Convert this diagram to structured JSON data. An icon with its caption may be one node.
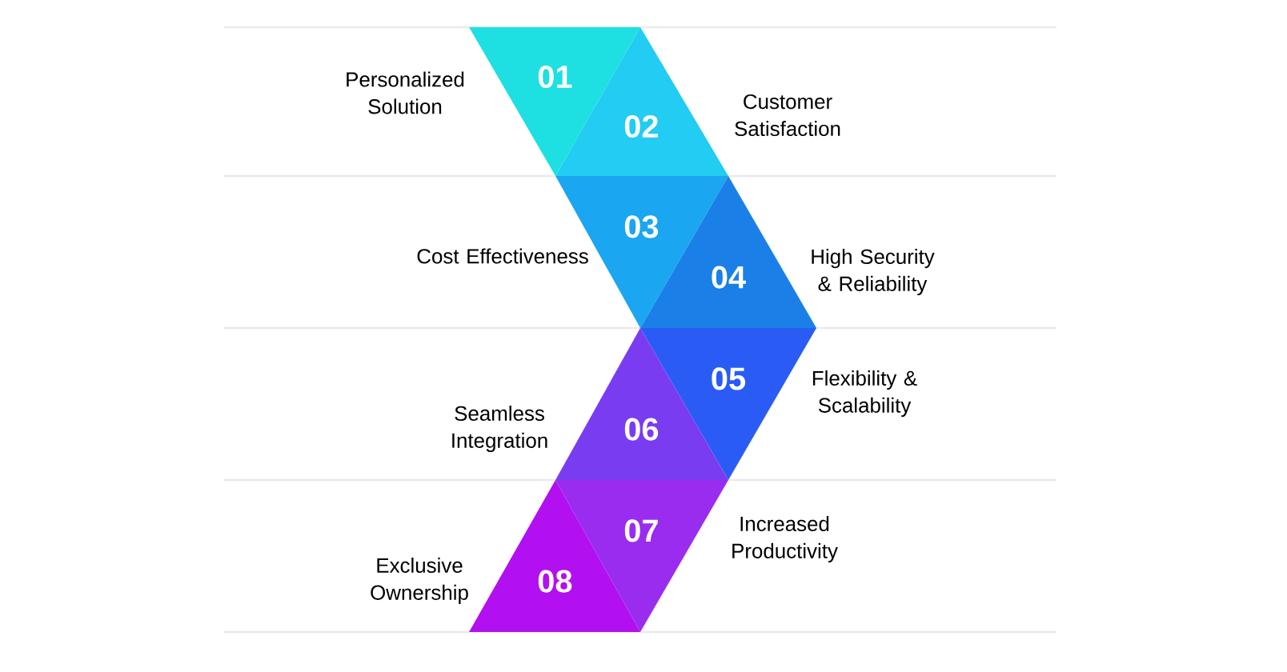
{
  "diagram": {
    "nodes": [
      {
        "text": [
          "01"
        ],
        "beside": [
          "Personalized Solution"
        ]
      },
      {
        "text": [
          "02"
        ],
        "beside": [
          "Customer Satisfaction"
        ]
      },
      {
        "text": [
          "03"
        ],
        "beside": [
          "Cost Effectiveness"
        ]
      },
      {
        "text": [
          "04"
        ],
        "beside": [
          "High Security & Reliability"
        ]
      },
      {
        "text": [
          "05"
        ],
        "beside": [
          "Flexibility & Scalability"
        ]
      },
      {
        "text": [
          "06"
        ],
        "beside": [
          "Seamless Integration"
        ]
      },
      {
        "text": [
          "07"
        ],
        "beside": [
          "Increased Productivity"
        ]
      },
      {
        "text": [
          "08"
        ],
        "beside": [
          "Exclusive Ownership"
        ]
      }
    ]
  }
}
